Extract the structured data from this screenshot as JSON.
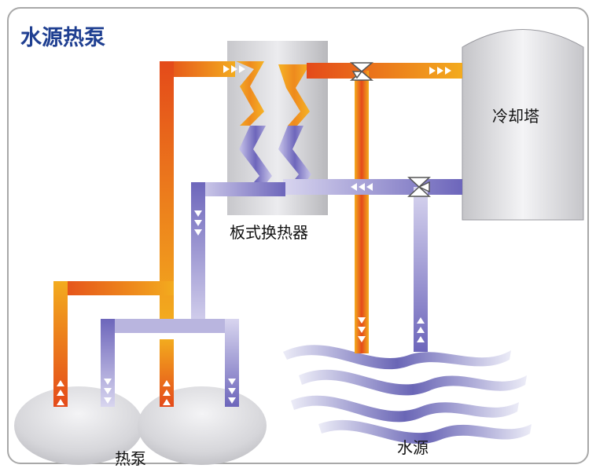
{
  "title": "水源热泵",
  "labels": {
    "cooling_tower": "冷却塔",
    "plate_heat_exchanger": "板式换热器",
    "heat_pump": "热泵",
    "water_source": "水源"
  },
  "colors": {
    "title": "#1f3f91",
    "hot_pipe_start": "#e8541c",
    "hot_pipe_end": "#f2a81c",
    "cold_pipe_start": "#6a64b8",
    "cold_pipe_end": "#d6d3ee",
    "frame": "#a8a8a8"
  },
  "icons": [
    "flow-arrow-right-icon",
    "flow-arrow-left-icon",
    "flow-arrow-down-icon",
    "flow-arrow-up-icon",
    "three-way-valve-icon"
  ]
}
